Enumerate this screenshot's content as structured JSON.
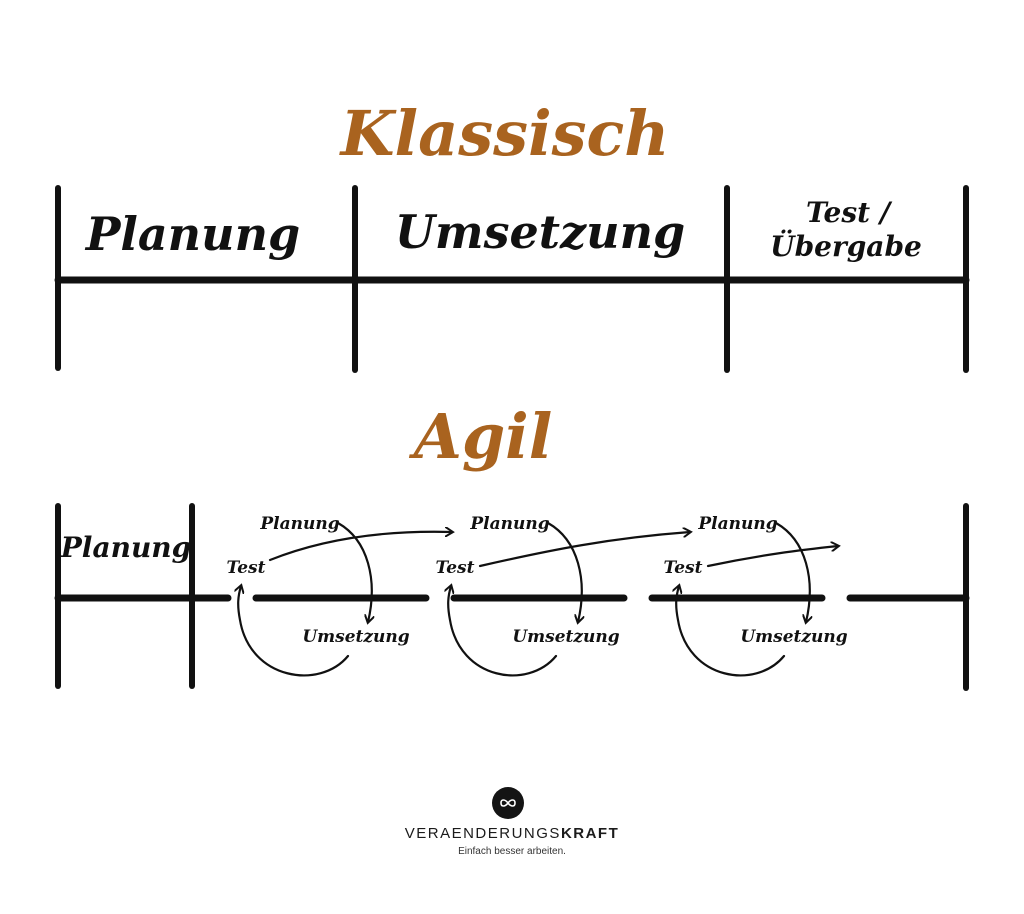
{
  "classic": {
    "title": "Klassisch",
    "phases": [
      "Planung",
      "Umsetzung",
      "Test /",
      "Übergabe"
    ]
  },
  "agile": {
    "title": "Agil",
    "planning": "Planung",
    "cycles": [
      {
        "planung": "Planung",
        "test": "Test",
        "umsetzung": "Umsetzung"
      },
      {
        "planung": "Planung",
        "test": "Test",
        "umsetzung": "Umsetzung"
      },
      {
        "planung": "Planung",
        "test": "Test",
        "umsetzung": "Umsetzung"
      }
    ]
  },
  "brand": {
    "name_regular": "VERAENDERUNGS",
    "name_bold": "KRAFT",
    "tagline": "Einfach besser arbeiten.",
    "logo_icon": "infinity-icon"
  },
  "colors": {
    "title": "#a9631f",
    "ink": "#111111"
  }
}
